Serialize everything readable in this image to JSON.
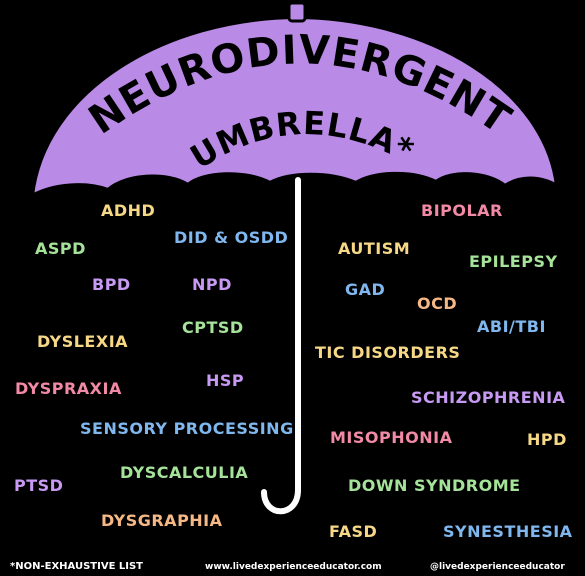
{
  "title": {
    "line1": "NEURODIVERGENT",
    "line2": "UMBRELLA*"
  },
  "colors": {
    "background": "#000000",
    "canopy": "#b98be6",
    "canopy_outline": "#000000",
    "handle": "#ffffff"
  },
  "labels": {
    "adhd": "ADHD",
    "bipolar": "BIPOLAR",
    "aspd": "ASPD",
    "did_osdd": "DID & OSDD",
    "autism": "AUTISM",
    "epilepsy": "EPILEPSY",
    "bpd": "BPD",
    "npd": "NPD",
    "gad": "GAD",
    "ocd": "OCD",
    "abi_tbi": "ABI/TBI",
    "cptsd": "CPTSD",
    "dyslexia": "DYSLEXIA",
    "tic_disorders": "TIC DISORDERS",
    "hsp": "HSP",
    "dyspraxia": "DYSPRAXIA",
    "schizophrenia": "SCHIZOPHRENIA",
    "sensory_processing": "SENSORY PROCESSING",
    "misophonia": "MISOPHONIA",
    "hpd": "HPD",
    "dyscalculia": "DYSCALCULIA",
    "ptsd": "PTSD",
    "down_syndrome": "DOWN SYNDROME",
    "dysgraphia": "DYSGRAPHIA",
    "fasd": "FASD",
    "synesthesia": "SYNESTHESIA"
  },
  "footer": {
    "note": "*NON-EXHAUSTIVE LIST",
    "website": "www.livedexperienceeducator.com",
    "handle": "@livedexperienceeducator"
  }
}
